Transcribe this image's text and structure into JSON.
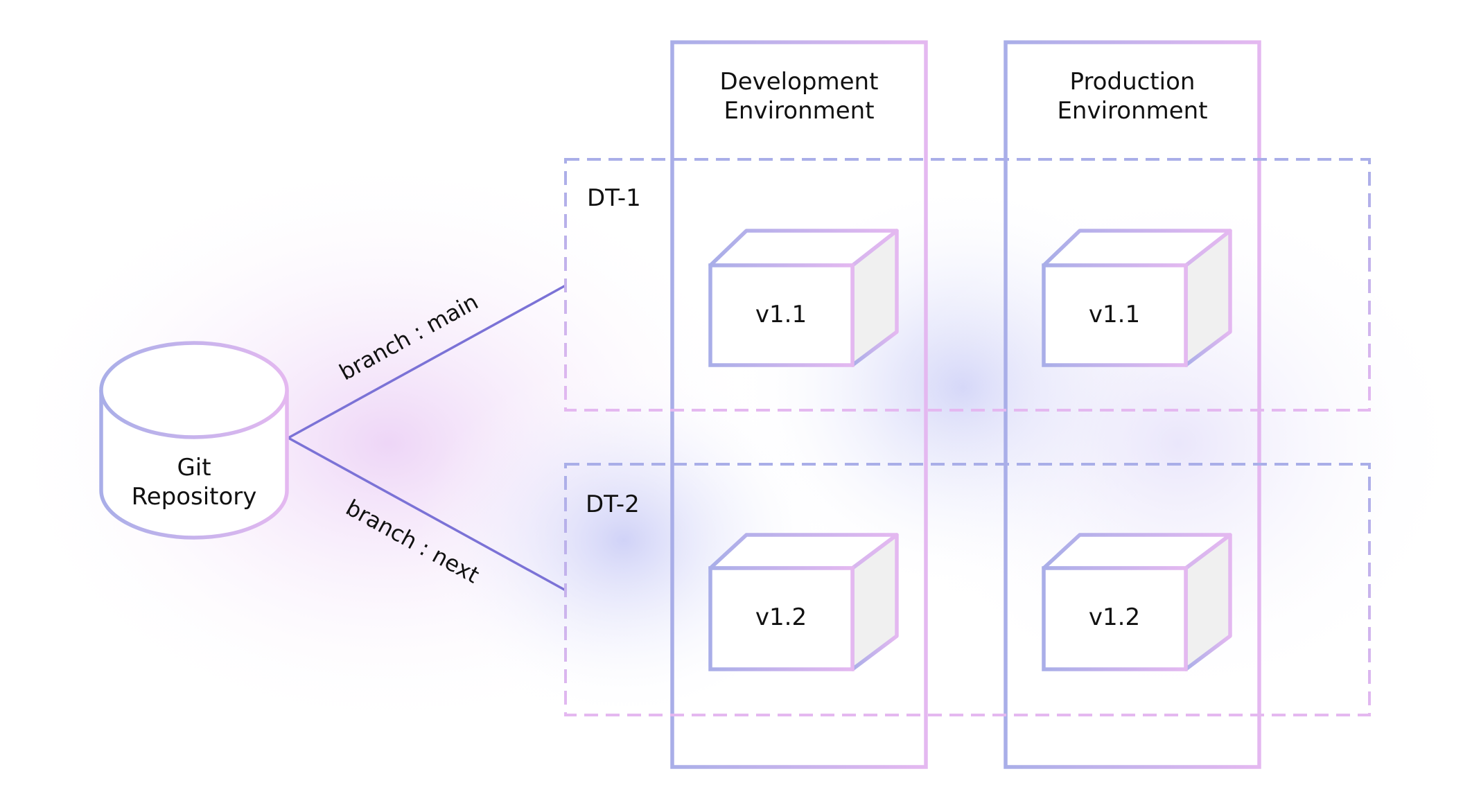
{
  "repository": {
    "label_line1": "Git",
    "label_line2": "Repository"
  },
  "branches": [
    {
      "label": "branch : main"
    },
    {
      "label": "branch : next"
    }
  ],
  "environments": [
    {
      "label_line1": "Development",
      "label_line2": "Environment"
    },
    {
      "label_line1": "Production",
      "label_line2": "Environment"
    }
  ],
  "deployment_targets": [
    {
      "label": "DT-1",
      "versions": [
        "v1.1",
        "v1.1"
      ]
    },
    {
      "label": "DT-2",
      "versions": [
        "v1.2",
        "v1.2"
      ]
    }
  ],
  "colors": {
    "blue": "#a9aee8",
    "pink": "#e4b8f0",
    "line": "#7b72d6",
    "cube_side": "#f0f0f0",
    "text": "#111111"
  }
}
